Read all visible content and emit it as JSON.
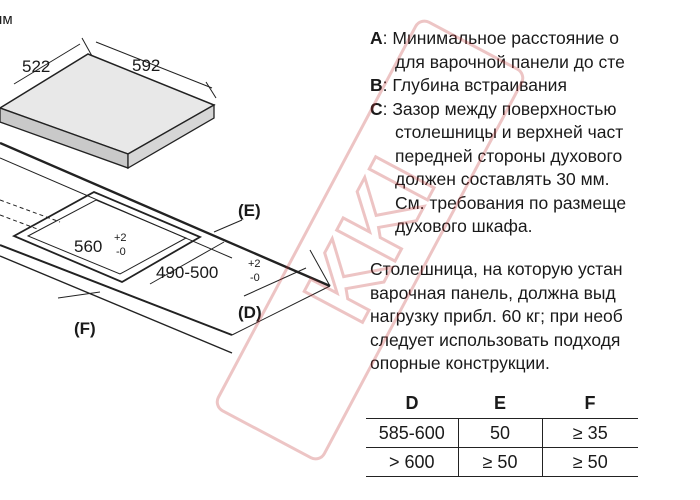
{
  "diagram": {
    "unit": "мм",
    "width_label": "592",
    "depth_label": "522",
    "cutout_width": "560",
    "cutout_width_tol_plus": "+2",
    "cutout_width_tol_minus": "-0",
    "cutout_depth": "490-500",
    "cutout_depth_tol_plus": "+2",
    "cutout_depth_tol_minus": "-0",
    "label_e": "(E)",
    "label_d": "(D)",
    "label_f": "(F)"
  },
  "legend": {
    "a_label": "A",
    "a_line1": ": Минимальное расстояние о",
    "a_line2": "для варочной панели до сте",
    "b_label": "B",
    "b_line1": ": Глубина встраивания",
    "c_label": "C",
    "c_line1": ": Зазор между поверхностью",
    "c_line2": "столешницы и верхней част",
    "c_line3": "передней стороны духового",
    "c_line4": "должен составлять 30 мм.",
    "c_line5": "См. требования по размеще",
    "c_line6": "духового шкафа."
  },
  "note": {
    "line1": "Столешница, на которую устан",
    "line2": "варочная панель, должна выд",
    "line3": "нагрузку прибл. 60 кг; при необ",
    "line4": "следует использовать подходя",
    "line5": "опорные конструкции."
  },
  "table": {
    "headers": [
      "D",
      "E",
      "F"
    ],
    "rows": [
      [
        "585-600",
        "50",
        "≥ 35"
      ],
      [
        "> 600",
        "≥ 50",
        "≥ 50"
      ]
    ]
  },
  "watermark": {
    "text": "KKI"
  }
}
